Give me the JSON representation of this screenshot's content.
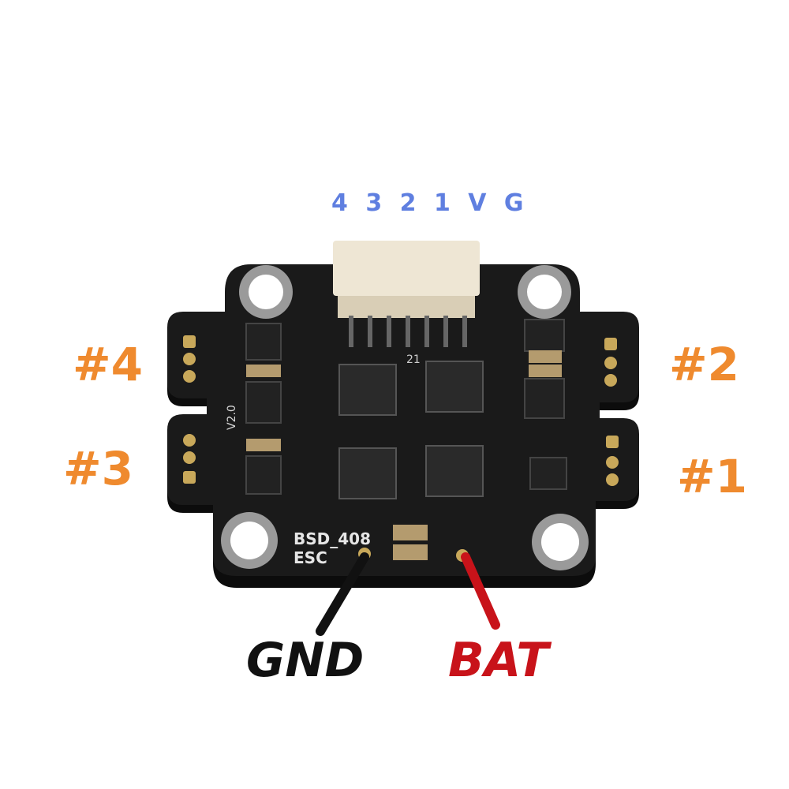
{
  "pinout_label": "4 3 2 1 V G",
  "motors": {
    "m1": "#1",
    "m2": "#2",
    "m3": "#3",
    "m4": "#4"
  },
  "power": {
    "gnd": "GND",
    "bat": "BAT"
  },
  "board": {
    "silk_version": "V2.0",
    "silk_model": "BSD_408",
    "silk_type": "ESC",
    "silk_pins": "21"
  },
  "colors": {
    "pinout": "#5f7fe0",
    "motor_labels": "#ef8a2e",
    "gnd": "#111111",
    "bat": "#c8131a",
    "pcb": "#1a1a1a"
  }
}
